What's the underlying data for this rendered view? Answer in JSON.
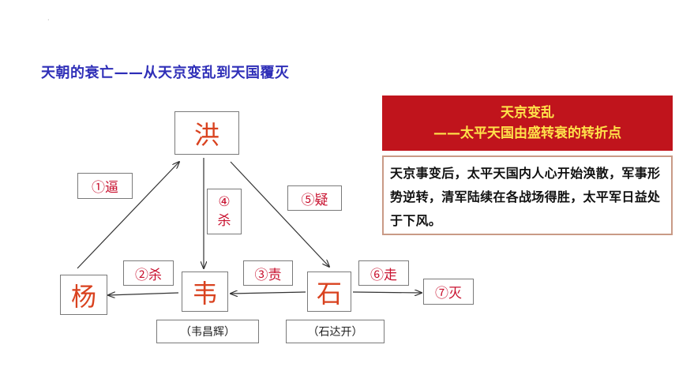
{
  "heading": "天朝的衰亡——从天京变乱到天国覆灭",
  "dot": "·",
  "nodes": {
    "hong": "洪",
    "yang": "杨",
    "wei": "韦",
    "shi": "石"
  },
  "tags": {
    "bi": "①逼",
    "sha2": "②杀",
    "sha4_num": "④",
    "sha4_char": "杀",
    "ze": "③责",
    "yi": "⑤疑",
    "zou": "⑥走",
    "mie": "⑦灭"
  },
  "names": {
    "wei_full": "（韦昌辉）",
    "shi_full": "（石达开）"
  },
  "panel": {
    "title_line1": "天京变乱",
    "title_line2": "——太平天国由盛转衰的转折点",
    "body": "天京事变后，太平天国内人心开始涣散，军事形势逆转，清军陆续在各战场得胜，太平军日益处于下风。"
  },
  "colors": {
    "heading": "#2f2fb8",
    "node_text": "#d9421f",
    "tag_text": "#c8102e",
    "panel_head_bg": "#c0141c",
    "panel_head_text": "#ffe24a",
    "panel_border": "#c99a86"
  }
}
